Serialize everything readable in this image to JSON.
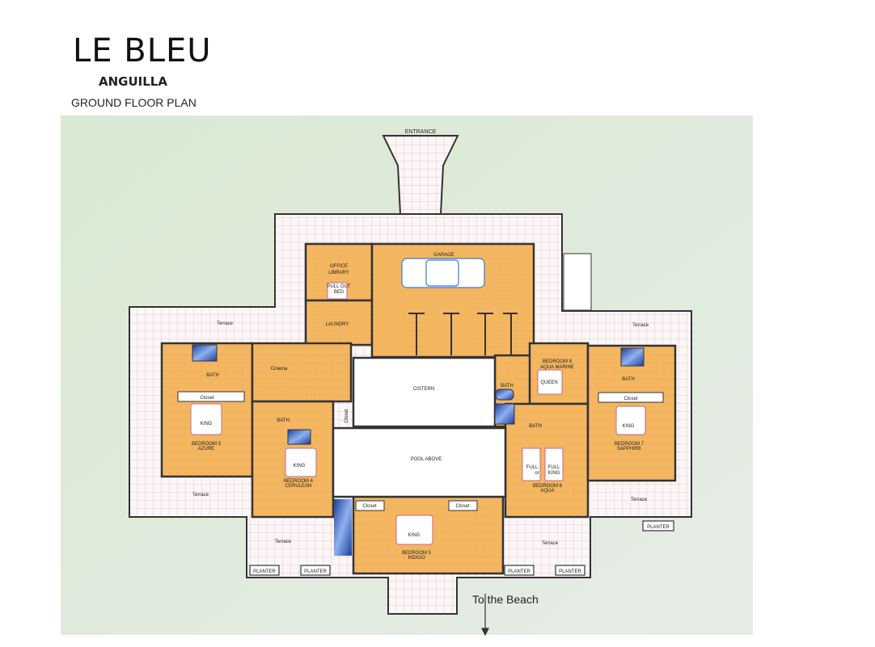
{
  "header": {
    "title": "LE BLEU",
    "subtitle": "ANGUILLA",
    "plan_name": "GROUND FLOOR PLAN"
  },
  "plan": {
    "entrance": "ENTRANCE",
    "to_beach": "To the Beach",
    "rooms": {
      "office": [
        "OFFICE",
        "LIBRARY"
      ],
      "pullout": [
        "PULL OUT",
        "BED"
      ],
      "laundry": "LAUNDRY",
      "garage": "GARAGE",
      "cinema": "Cinema",
      "cistern": "CISTERN",
      "pool": "POOL ABOVE",
      "bath": "BATH",
      "closet": "Closet",
      "king": "KING",
      "queen": "QUEEN",
      "full": "FULL",
      "or": "or",
      "full_king": [
        "FULL",
        "KING"
      ],
      "bedroom3": [
        "BEDROOM 3",
        "AZURE"
      ],
      "bedroom4": [
        "BEDROOM 4",
        "CERULEAN"
      ],
      "bedroom5": [
        "BEDROOM 5",
        "INDIGO"
      ],
      "bedroom6": [
        "BEDROOM 6",
        "AQUA"
      ],
      "bedroom7": [
        "BEDROOM 7",
        "SAPPHIRE"
      ],
      "bedroom8": [
        "BEDROOM 8",
        "AQUA MARINE"
      ],
      "terrace": "Terrace",
      "planter": "PLANTER"
    },
    "colors": {
      "room": "#f4b75c",
      "terrace": "#fbf7f7",
      "grid": "#e9a6b8",
      "landscape": "#dfe9dc",
      "water": "#2f5fbf"
    }
  }
}
